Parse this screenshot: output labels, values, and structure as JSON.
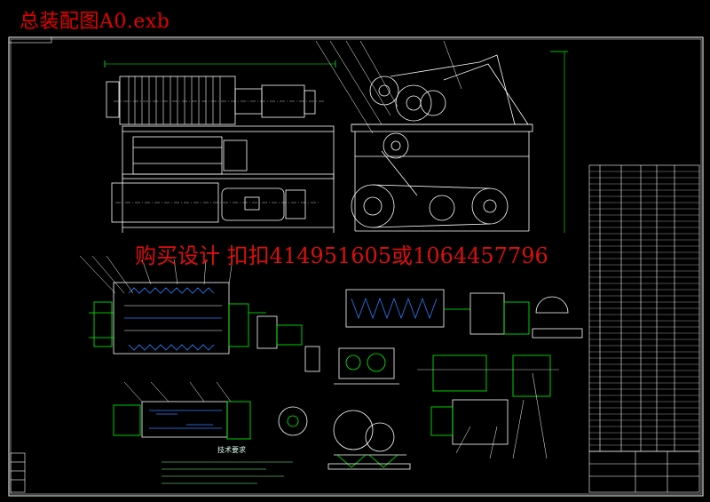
{
  "file_title": "总装配图A0.exb",
  "watermark": "购买设计 扣扣414951605或1064457796",
  "tech_req_heading": "技术要求",
  "colors": {
    "background": "#000000",
    "outline": "#ffffff",
    "green_lines": "#00ff00",
    "blue_detail": "#2f7fff",
    "red_text": "#e60000",
    "watermark": "#ee1111"
  }
}
